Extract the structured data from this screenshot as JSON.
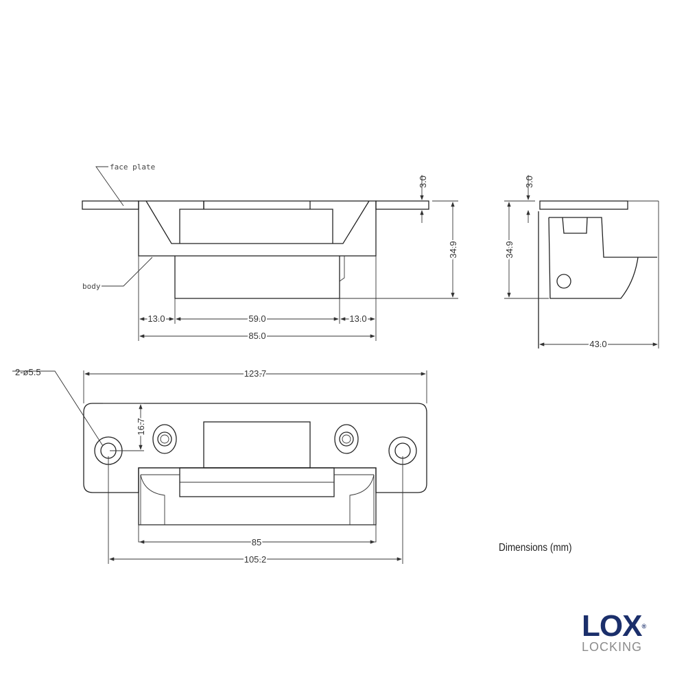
{
  "labels": {
    "face_plate": "face plate",
    "body": "body"
  },
  "front_view": {
    "dim_plate_thickness": "3.0",
    "dim_height": "34.9",
    "dim_left": "13.0",
    "dim_middle": "59.0",
    "dim_right": "13.0",
    "dim_width": "85.0"
  },
  "side_view": {
    "dim_plate_thickness": "3.0",
    "dim_height": "34.9",
    "dim_depth": "43.0"
  },
  "plan_view": {
    "hole_callout": "2-ø5.5",
    "dim_plate_length": "123.7",
    "dim_hole_offset": "16.7",
    "dim_body_width": "85",
    "dim_hole_spacing": "105.2"
  },
  "caption": "Dimensions (mm)",
  "logo": {
    "brand": "LOX",
    "registered": "®",
    "subtitle": "LOCKING",
    "brand_color": "#1b2f6b"
  }
}
